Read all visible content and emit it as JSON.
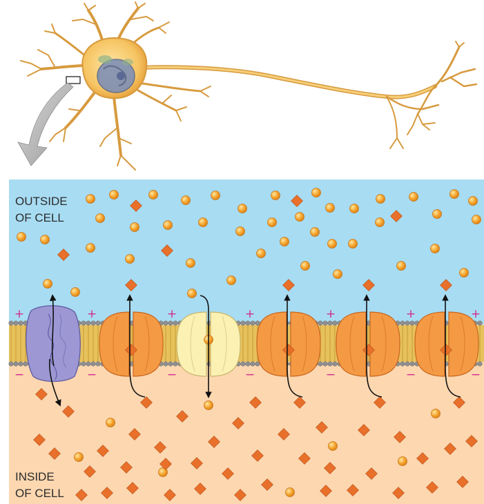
{
  "labels": {
    "outside": [
      "OUTSIDE",
      "OF CELL"
    ],
    "inside": [
      "INSIDE",
      "OF CELL"
    ]
  },
  "charges": {
    "outside_sign": "+",
    "inside_sign": "−"
  },
  "colors": {
    "extracellular": "#a8dcf2",
    "cytoplasm": "#fcd7b0",
    "neuron": "#f2b24d",
    "nucleus": "#7f8fb5",
    "sodium_ion": "#f4a22a",
    "potassium_ion": "#e8702a",
    "sodium_potassium_pump": "#9d98d4",
    "sodium_channel": "#fbf1b3",
    "potassium_channel": "#f49a44",
    "membrane_head": "#8f8f8f",
    "membrane_tail": "#e6c15c",
    "charge_sign": "#d12a8f",
    "zoom_arrow": "#b3b3b3"
  },
  "icons": {
    "zoom_arrow": "curved-zoom-arrow-icon",
    "sodium_ion": "orange-circle-icon",
    "potassium_ion": "orange-diamond-icon",
    "transport_arrow": "curved-arrow-icon"
  }
}
